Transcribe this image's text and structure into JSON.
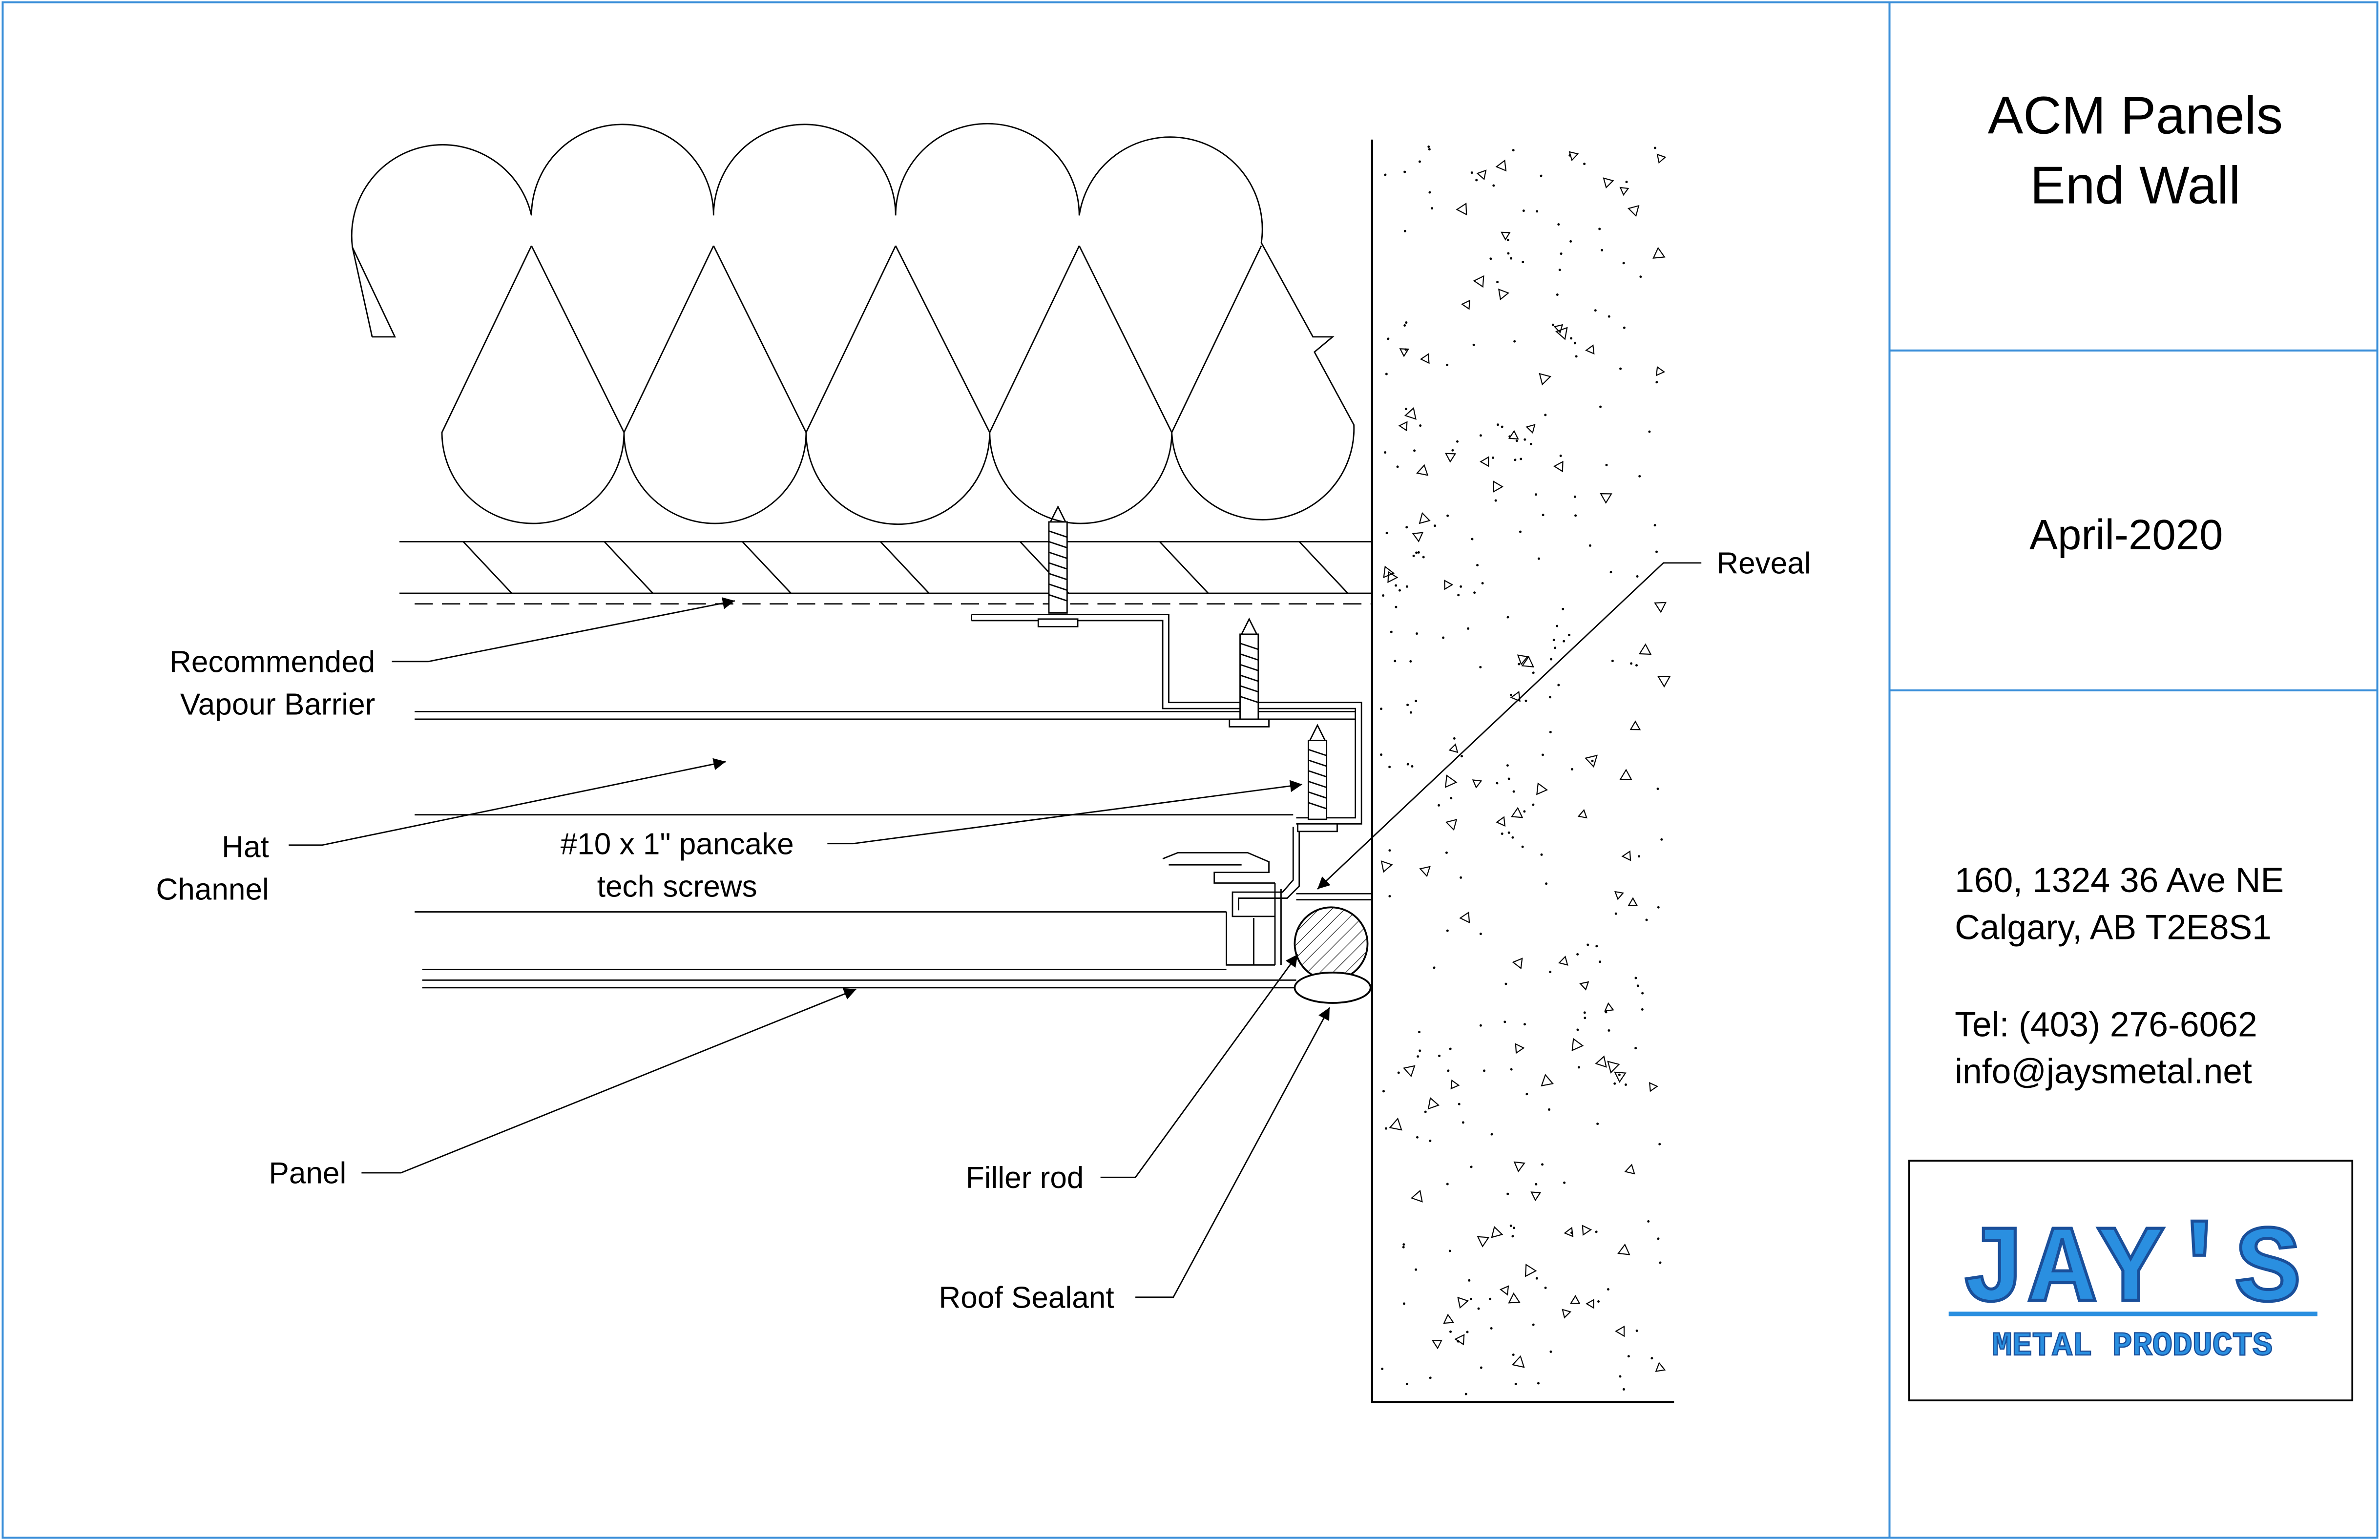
{
  "title_block": {
    "title_line1": "ACM Panels",
    "title_line2": "End Wall",
    "date": "April-2020",
    "address_line1": "160, 1324 36 Ave NE",
    "address_line2": "Calgary, AB T2E8S1",
    "phone": "Tel: (403) 276-6062",
    "email": "info@jaysmetal.net",
    "logo_text_main": "JAY'S",
    "logo_text_sub": "METAL PRODUCTS"
  },
  "labels": {
    "vapour_barrier_1": "Recommended",
    "vapour_barrier_2": "Vapour Barrier",
    "hat_channel_1": "Hat",
    "hat_channel_2": "Channel",
    "screws_1": "#10 x 1\" pancake",
    "screws_2": "tech screws",
    "panel": "Panel",
    "reveal": "Reveal",
    "filler_rod": "Filler rod",
    "roof_sealant": "Roof Sealant"
  },
  "colors": {
    "border": "#3b8fd9",
    "line": "#000000",
    "logo_blue": "#2a8fe0",
    "logo_dark": "#1a4f9a"
  }
}
